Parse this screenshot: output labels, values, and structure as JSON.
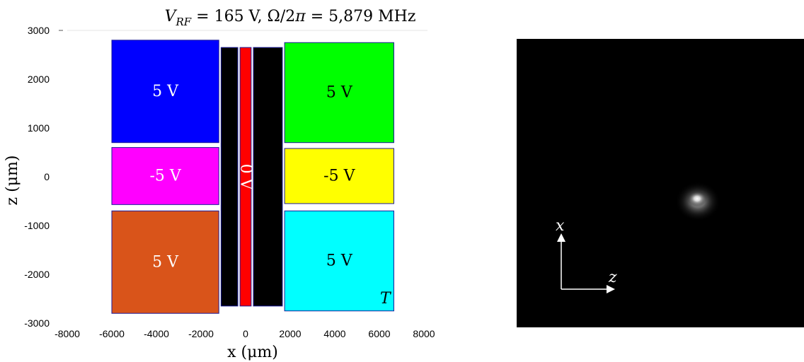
{
  "title": "V_RF = 165 V, Ω/2π = 5,879 MHz",
  "title_parts": {
    "v": "V",
    "v_sub": "RF",
    "eq1": " = 165 V, ",
    "omega": "Ω/2",
    "pi": "π",
    "eq2": " = 5,879 MHz"
  },
  "chart_data": {
    "type": "diagram",
    "xlabel": "x (μm)",
    "ylabel": "z (μm)",
    "xlim": [
      -8000,
      8000
    ],
    "ylim": [
      -3000,
      3000
    ],
    "x_ticks": [
      "-8000",
      "-6000",
      "-4000",
      "-2000",
      "0",
      "2000",
      "4000",
      "6000",
      "8000"
    ],
    "y_ticks": [
      "3000",
      "2000",
      "1000",
      "0",
      "-1000",
      "-2000",
      "-3000"
    ],
    "electrodes": [
      {
        "id": "left-top",
        "label": "5 V",
        "color": "#0000ff",
        "text_color": "#ffffff",
        "x": [
          -6000,
          -1200
        ],
        "z": [
          700,
          2800
        ]
      },
      {
        "id": "left-middle",
        "label": "-5 V",
        "color": "#ff00ff",
        "text_color": "#ffffff",
        "x": [
          -6000,
          -1200
        ],
        "z": [
          -570,
          600
        ]
      },
      {
        "id": "left-bottom",
        "label": "5 V",
        "color": "#d9541a",
        "text_color": "#ffffff",
        "x": [
          -6000,
          -1200
        ],
        "z": [
          -2800,
          -700
        ]
      },
      {
        "id": "right-top",
        "label": "5 V",
        "color": "#00ff00",
        "text_color": "#000000",
        "x": [
          1750,
          6650
        ],
        "z": [
          700,
          2750
        ]
      },
      {
        "id": "right-middle",
        "label": "-5 V",
        "color": "#ffff00",
        "text_color": "#000000",
        "x": [
          1750,
          6650
        ],
        "z": [
          -550,
          580
        ]
      },
      {
        "id": "right-bottom",
        "label": "5 V",
        "color": "#00ffff",
        "text_color": "#000000",
        "x": [
          1750,
          6650
        ],
        "z": [
          -2750,
          -700
        ]
      },
      {
        "id": "rf-left",
        "label": "",
        "color": "#000000",
        "text_color": "#ffffff",
        "x": [
          -1100,
          -350
        ],
        "z": [
          -2650,
          2650
        ]
      },
      {
        "id": "rf-center",
        "label": "0 V",
        "color": "#ff0000",
        "text_color": "#ffffff",
        "x": [
          -250,
          250
        ],
        "z": [
          -2650,
          2650
        ]
      },
      {
        "id": "rf-right",
        "label": "",
        "color": "#000000",
        "text_color": "#ffffff",
        "x": [
          350,
          1650
        ],
        "z": [
          -2650,
          2650
        ]
      }
    ],
    "corner_label": "T"
  },
  "camera": {
    "axis_x_label": "x",
    "axis_z_label": "z",
    "background": "#000000",
    "ion_color": "#ffffff"
  }
}
